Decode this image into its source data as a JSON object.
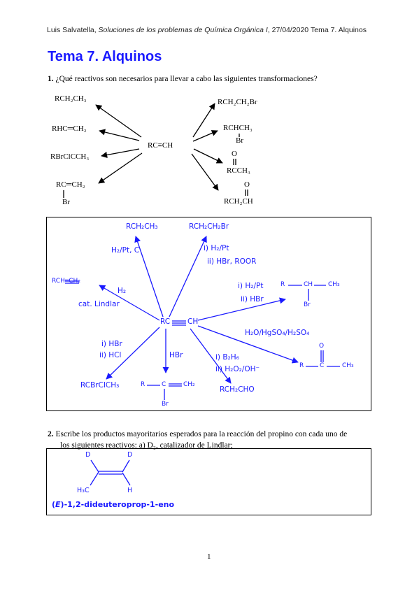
{
  "header": {
    "author": "Luis Salvatella, ",
    "book": "Soluciones de los problemas de Química Orgánica I",
    "date": ", 27/04/2020",
    "chapter": "Tema 7. Alquinos"
  },
  "title": "Tema 7. Alquinos",
  "q1": {
    "number": "1.",
    "text": "¿Qué reactivos son necesarios para llevar a cabo las siguientes transformaciones?",
    "center": "RC≡CH",
    "left_products": [
      "RCH₂CH₃",
      "RHC═CH₂",
      "RBrClCCH₃",
      "RC═CH₂",
      "Br"
    ],
    "right_products": [
      "RCH₂CH₂Br",
      "RCHCH₃",
      "Br",
      "O",
      "RCCH₃",
      "O",
      "RCH₂CH"
    ]
  },
  "answer1": {
    "center_left": "RC",
    "center_right": "CH",
    "products": {
      "top_left": "RCH₂CH₃",
      "top_right": "RCH₂CH₂Br",
      "left": "RCH═CH₂",
      "right_r": "R",
      "right_ch": "CH",
      "right_ch3": "CH₃",
      "right_br": "Br",
      "far_right_o": "O",
      "far_right_r": "R",
      "far_right_c": "C",
      "far_right_ch3": "CH₃",
      "bottom_right": "RCH₂CHO",
      "bottom_r": "R",
      "bottom_c": "C",
      "bottom_ch2": "CH₂",
      "bottom_br": "Br",
      "bottom_left": "RCBrClCH₃"
    },
    "reagents": {
      "top_left": "H₂/Pt, C",
      "top_right_1": "i) H₂/Pt",
      "top_right_2": "ii) HBr, ROOR",
      "left_1": "H₂",
      "left_2": "cat. Lindlar",
      "right_1": "i) H₂/Pt",
      "right_2": "ii) HBr",
      "far_right": "H₂O/HgSO₄/H₂SO₄",
      "bottom_left_1": "i) HBr",
      "bottom_left_2": "ii) HCl",
      "bottom": "HBr",
      "bottom_right_1": "i) B₂H₆",
      "bottom_right_2": "ii) H₂O₂/OH⁻"
    }
  },
  "q2": {
    "number": "2.",
    "text_line1": "Escribe los productos mayoritarios esperados para la reacción del propino con cada uno de",
    "text_line2": "los siguientes reactivos: a) D₂, catalizador de Lindlar;"
  },
  "answer2": {
    "d_left": "D",
    "d_right": "D",
    "h3c": "H₃C",
    "h": "H",
    "name_prefix": "(",
    "name_e": "E",
    "name_rest": ")-1,2-dideuteroprop-1-eno"
  },
  "page_number": "1"
}
